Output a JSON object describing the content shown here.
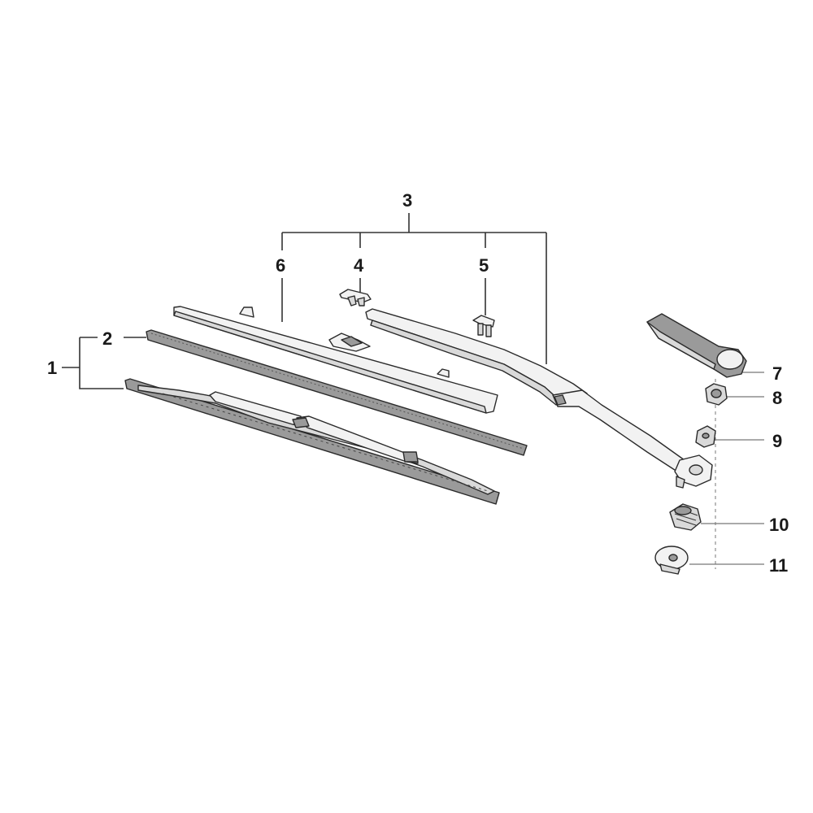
{
  "diagram": {
    "callouts": {
      "c1": "1",
      "c2": "2",
      "c3": "3",
      "c4": "4",
      "c5": "5",
      "c6": "6",
      "c7": "7",
      "c8": "8",
      "c9": "9",
      "c10": "10",
      "c11": "11"
    },
    "parts": [
      {
        "ref": "1",
        "icon": "wiper-blade-assembly-icon"
      },
      {
        "ref": "2",
        "icon": "wiper-rubber-insert-icon"
      },
      {
        "ref": "3",
        "icon": "wiper-arm-kit-icon"
      },
      {
        "ref": "4",
        "icon": "clip-icon"
      },
      {
        "ref": "5",
        "icon": "adapter-icon"
      },
      {
        "ref": "6",
        "icon": "spoiler-icon"
      },
      {
        "ref": "7",
        "icon": "arm-cover-cap-icon"
      },
      {
        "ref": "8",
        "icon": "hex-nut-icon"
      },
      {
        "ref": "9",
        "icon": "washer-icon"
      },
      {
        "ref": "10",
        "icon": "grommet-icon"
      },
      {
        "ref": "11",
        "icon": "bushing-icon"
      }
    ]
  }
}
